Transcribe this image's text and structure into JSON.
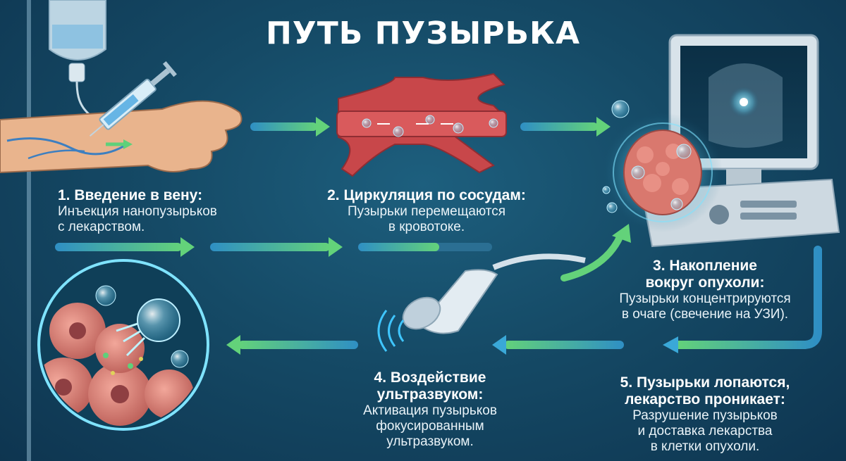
{
  "title": "ПУТЬ ПУЗЫРЬКА",
  "steps": [
    {
      "head": [
        "1. Введение в вену:"
      ],
      "body": [
        "Инъекция нанопузырьков",
        "с лекарством."
      ]
    },
    {
      "head": [
        "2. Циркуляция по сосудам:"
      ],
      "body": [
        "Пузырьки перемещаются",
        "в кровотоке."
      ]
    },
    {
      "head": [
        "3. Накопление",
        "вокруг опухоли:"
      ],
      "body": [
        "Пузырьки концентрируются",
        "в очаге (свечение на УЗИ)."
      ]
    },
    {
      "head": [
        "4. Воздействие",
        "ультразвуком:"
      ],
      "body": [
        "Активация пузырьков",
        "фокусированным",
        "ультразвуком."
      ]
    },
    {
      "head": [
        "5. Пузырьки лопаются,",
        "лекарство проникает:"
      ],
      "body": [
        "Разрушение пузырьков",
        "и доставка лекарства",
        "в клетки опухоли."
      ]
    }
  ],
  "icons": [
    "iv-drip-icon",
    "syringe-icon",
    "arm-icon",
    "blood-vessel-icon",
    "tumor-icon",
    "ultrasound-monitor-icon",
    "ultrasound-probe-icon",
    "sound-wave-icon",
    "burst-cell-icon",
    "arrow-icon"
  ],
  "colors": {
    "background": "#154a66",
    "arrow_green": "#5fd07a",
    "arrow_blue": "#3aa8d8",
    "vessel": "#c8474a",
    "tumor": "#d9786e",
    "glow": "#7fe3ff"
  }
}
